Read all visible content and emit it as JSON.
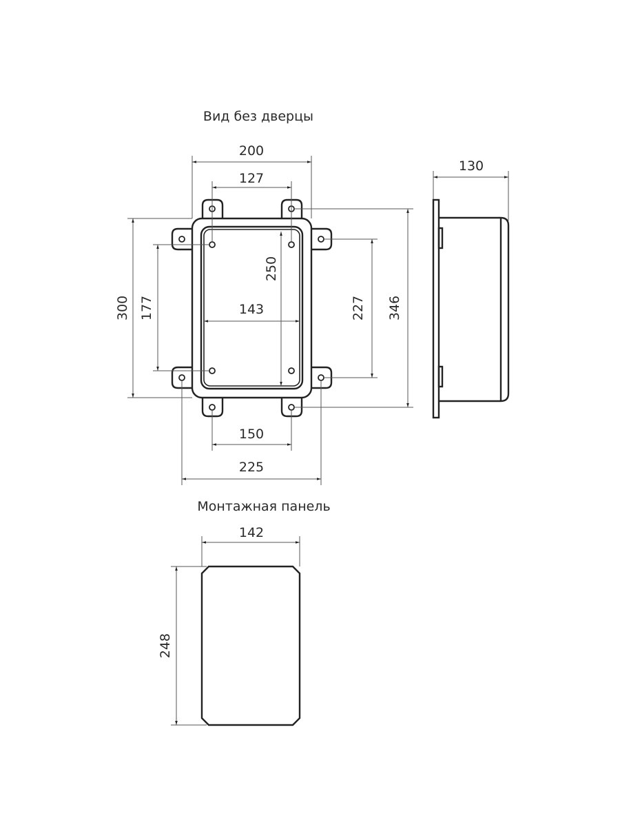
{
  "titles": {
    "front_view": "Вид без дверцы",
    "mounting_panel": "Монтажная панель"
  },
  "dimensions": {
    "overall_width": "200",
    "top_hole_spacing": "127",
    "depth": "130",
    "overall_height": "300",
    "side_hole_spacing": "177",
    "inner_height": "250",
    "inner_width": "143",
    "side_tab_spacing": "227",
    "tab_height": "346",
    "bottom_hole_spacing": "150",
    "tab_width": "225",
    "panel_width": "142",
    "panel_height": "248"
  },
  "colors": {
    "line": "#222222",
    "dimension": "#555555"
  }
}
